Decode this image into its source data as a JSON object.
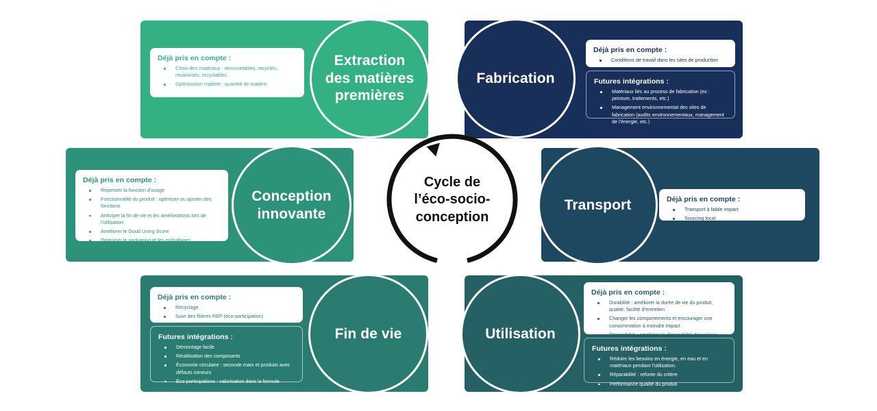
{
  "diagram": {
    "center": {
      "title_lines": [
        "Cycle de",
        "l’éco-socio-",
        "conception"
      ],
      "arrow": "clockwise-cycle-arrow"
    },
    "colors": {
      "extraction": "#33b183",
      "fabrication": "#182f59",
      "conception": "#2d927a",
      "transport": "#1e4760",
      "findevie": "#2a7b70",
      "utilisation": "#246064",
      "card_light": "#ffffff",
      "arrow": "#111111"
    },
    "labels": {
      "deja": "Déjà pris en compte :",
      "futures": "Futures intégrations :"
    },
    "stages": {
      "extraction": {
        "title_lines": [
          "Extraction",
          "des matières",
          "premières"
        ],
        "deja_title": "Déjà pris en compte :",
        "deja_items": [
          "Choix des matériaux :  renouvelables, recyclés, revalorisés, recyclables",
          "Optimisation matière : quantité de matière"
        ]
      },
      "fabrication": {
        "title_lines": [
          "Fabrication"
        ],
        "deja_title": "Déjà pris en compte :",
        "deja_items": [
          "Conditions de travail dans les sites de production"
        ],
        "futures_title": "Futures intégrations :",
        "futures_items": [
          "Matériaux liés au process de fabrication (ex : peinture, traitements, etc.)",
          "Management environnemental des sites de fabrication (audits environnementaux, management de l’énergie, etc.)"
        ]
      },
      "conception": {
        "title_lines": [
          "Conception",
          "innovante"
        ],
        "deja_title": "Déjà pris en compte :",
        "deja_items": [
          "Repenser la fonction d’usage",
          "Fonctionnalité du produit : optimiser ou ajouter des fonctions",
          "Anticiper la fin de vie et les améliorations lors de l’utilisation",
          "Améliorer le Good Living Score",
          "Optimiser le packaging et les emballages"
        ]
      },
      "transport": {
        "title_lines": [
          "Transport"
        ],
        "deja_title": "Déjà pris en compte :",
        "deja_items": [
          "Transport à faible impact",
          "Sourcing local"
        ]
      },
      "findevie": {
        "title_lines": [
          "Fin de vie"
        ],
        "deja_title": "Déjà pris en compte :",
        "deja_items": [
          "Recyclage",
          "Suivi des filières REP (éco-participation)"
        ],
        "futures_title": "Futures intégrations :",
        "futures_items": [
          "Démontage facile",
          "Réutilisation des composants",
          "Économie circulaire : seconde main et produits avec défauts mineurs",
          "Éco-participations : valorisation dans la formule."
        ]
      },
      "utilisation": {
        "title_lines": [
          "Utilisation"
        ],
        "deja_title": "Déjà pris en compte :",
        "deja_items": [
          "Durabilité : améliorer la durée de vie du produit, qualité, facilité d’entretien",
          "Changer les comportements et encourager une consommation à moindre impact",
          "Réparabilité : améliorer la disponibilité des pièces détachées."
        ],
        "futures_title": "Futures intégrations :",
        "futures_items": [
          "Réduire les besoins en énergie, en eau et en matériaux pendant l’utilisation.",
          "Réparabilité : refonte du critère",
          "Performance qualité du produit"
        ]
      }
    }
  }
}
